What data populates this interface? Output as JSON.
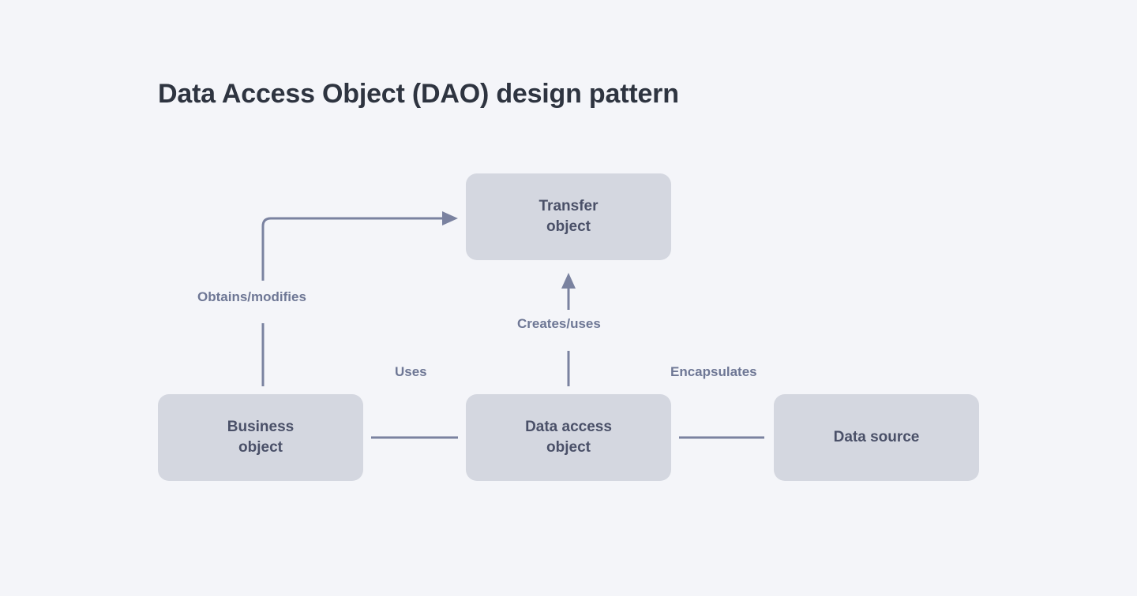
{
  "page": {
    "title": "Data Access Object (DAO) design pattern",
    "background_color": "#f4f5f9",
    "title_color": "#2e3440"
  },
  "theme": {
    "node_fill": "#d4d7e0",
    "node_text_color": "#4a5068",
    "connector_color": "#7a82a0",
    "edge_label_color": "#6e7795"
  },
  "diagram": {
    "nodes": [
      {
        "id": "transfer-object",
        "label": "Transfer\nobject"
      },
      {
        "id": "business-object",
        "label": "Business\nobject"
      },
      {
        "id": "data-access-object",
        "label": "Data access\nobject"
      },
      {
        "id": "data-source",
        "label": "Data source"
      }
    ],
    "edges": [
      {
        "id": "obtains-modifies",
        "label": "Obtains/modifies",
        "from": "business-object",
        "to": "transfer-object",
        "style": "elbow",
        "arrow": "single"
      },
      {
        "id": "creates-uses",
        "label": "Creates/uses",
        "from": "data-access-object",
        "to": "transfer-object",
        "style": "vertical",
        "arrow": "single"
      },
      {
        "id": "uses",
        "label": "Uses",
        "from": "business-object",
        "to": "data-access-object",
        "style": "horizontal",
        "arrow": "none"
      },
      {
        "id": "encapsulates",
        "label": "Encapsulates",
        "from": "data-access-object",
        "to": "data-source",
        "style": "horizontal",
        "arrow": "none"
      }
    ]
  }
}
